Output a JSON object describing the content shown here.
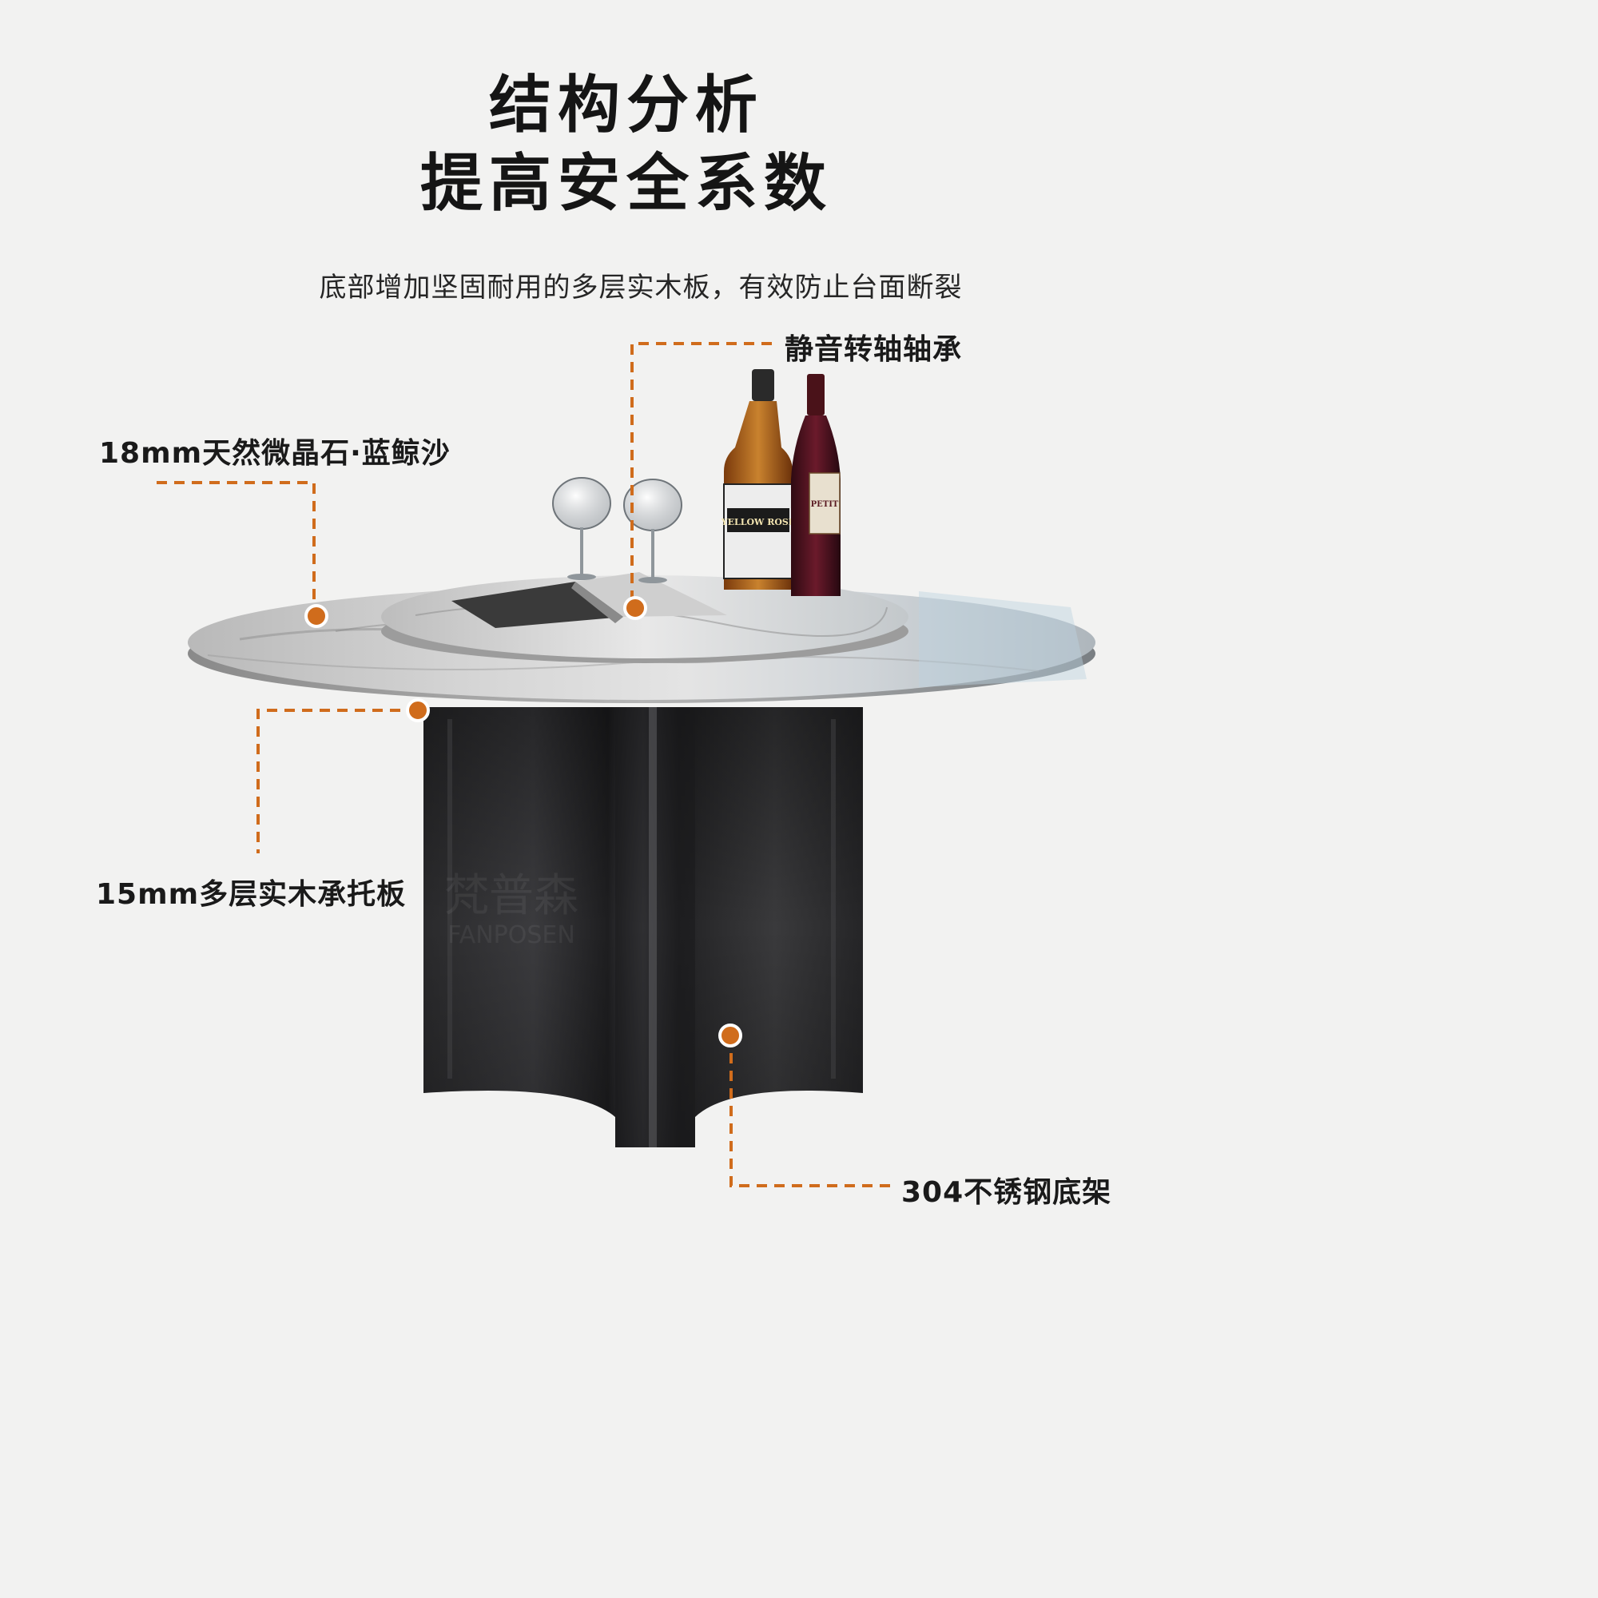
{
  "header": {
    "title_line1": "结构分析",
    "title_line2": "提高安全系数",
    "subtitle": "底部增加坚固耐用的多层实木板，有效防止台面断裂"
  },
  "callouts": {
    "bearing": "静音转轴轴承",
    "stone_top": "18mm天然微晶石·蓝鲸沙",
    "support_board": "15mm多层实木承托板",
    "steel_base": "304不锈钢底架"
  },
  "product_labels": {
    "bottle_label": "YELLOW ROSE",
    "wine_label": "PETIT",
    "watermark_cn": "梵普森",
    "watermark_en": "FANPOSEN"
  },
  "colors": {
    "accent": "#d06c1c",
    "text": "#151515",
    "background": "#f2f2f1"
  }
}
